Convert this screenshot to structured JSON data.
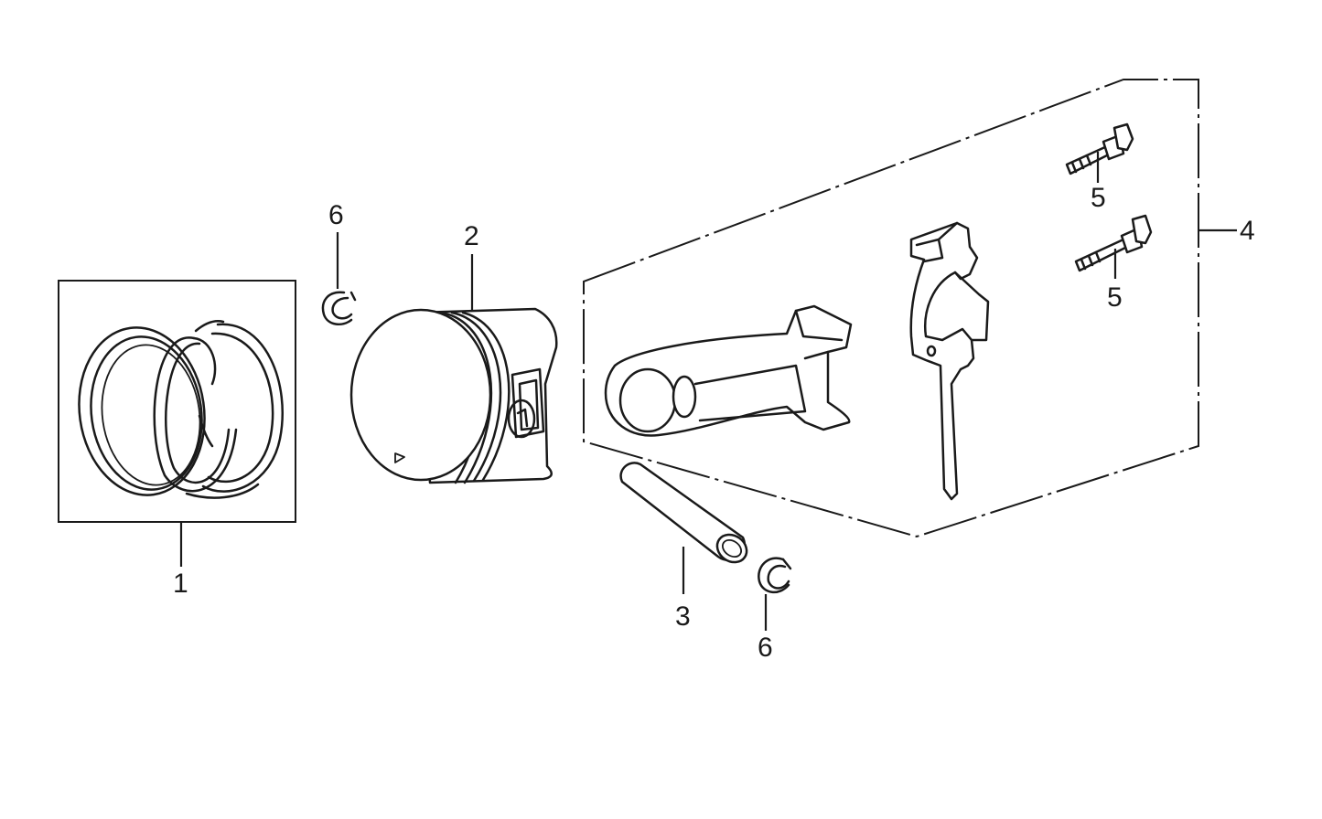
{
  "callouts": {
    "c1": "1",
    "c2": "2",
    "c3": "3",
    "c4": "4",
    "c5a": "5",
    "c5b": "5",
    "c6a": "6",
    "c6b": "6"
  },
  "parts": [
    {
      "callout": "1",
      "icon": "piston-ring-set"
    },
    {
      "callout": "2",
      "icon": "piston"
    },
    {
      "callout": "3",
      "icon": "piston-pin"
    },
    {
      "callout": "4",
      "icon": "connecting-rod-assembly"
    },
    {
      "callout": "5",
      "icon": "rod-bolt"
    },
    {
      "callout": "6",
      "icon": "pin-clip"
    }
  ]
}
